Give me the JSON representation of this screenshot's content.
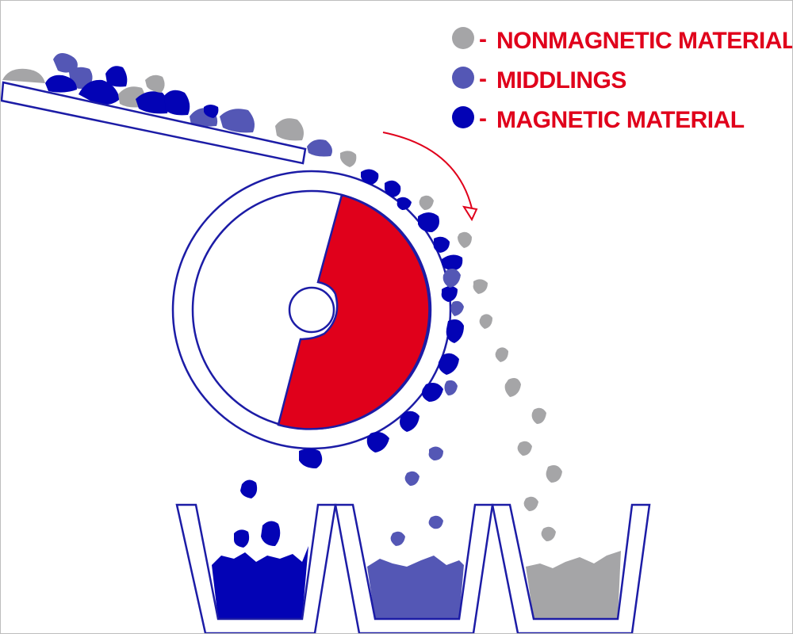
{
  "legend": {
    "items": [
      {
        "label": "NONMAGNETIC MATERIAL",
        "key": "nonmagnetic"
      },
      {
        "label": "MIDDLINGS",
        "key": "middlings"
      },
      {
        "label": "MAGNETIC MATERIAL",
        "key": "magnetic"
      }
    ],
    "separator": "-"
  },
  "colors": {
    "nonmagnetic": "#a5a5a7",
    "middlings": "#5457b5",
    "magnetic": "#0303b5",
    "magnet": "#e0001b",
    "outline": "#1c1ca6",
    "label_text": "#e0001b",
    "arrow": "#e0001b"
  },
  "icons": [
    "rotation-arrow-icon",
    "legend-dot-icon"
  ]
}
